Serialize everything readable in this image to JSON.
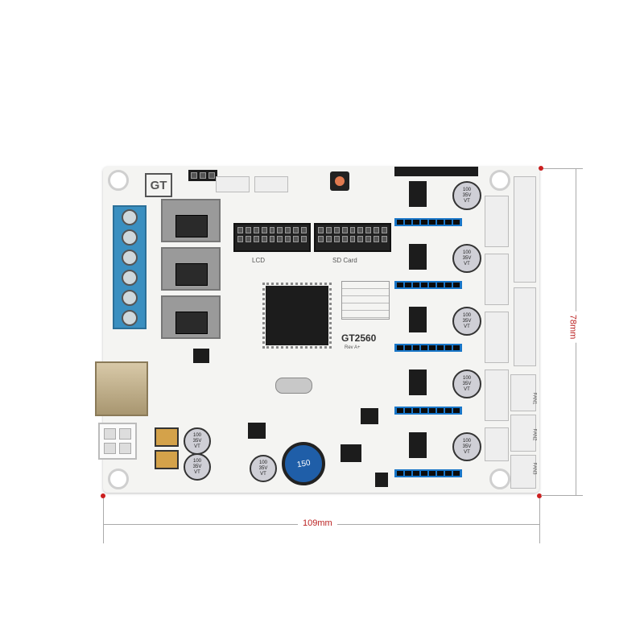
{
  "board": {
    "model_label": "GT2560",
    "revision_label": "Rev A+",
    "lcd_label": "LCD",
    "sd_label": "SD Card",
    "inductor_label": "150",
    "fan_labels": [
      "FAN1",
      "FAN2",
      "FAN3"
    ],
    "stepper_cap_label": "100\n35V\nVT"
  },
  "dimensions": {
    "width_label": "109mm",
    "height_label": "78mm",
    "marker_color": "#cc1f1f"
  },
  "colors": {
    "board": "#f4f4f2",
    "terminal_block": "#3a8fc0",
    "driver_socket": "#1976c8",
    "chip": "#1c1c1c"
  }
}
